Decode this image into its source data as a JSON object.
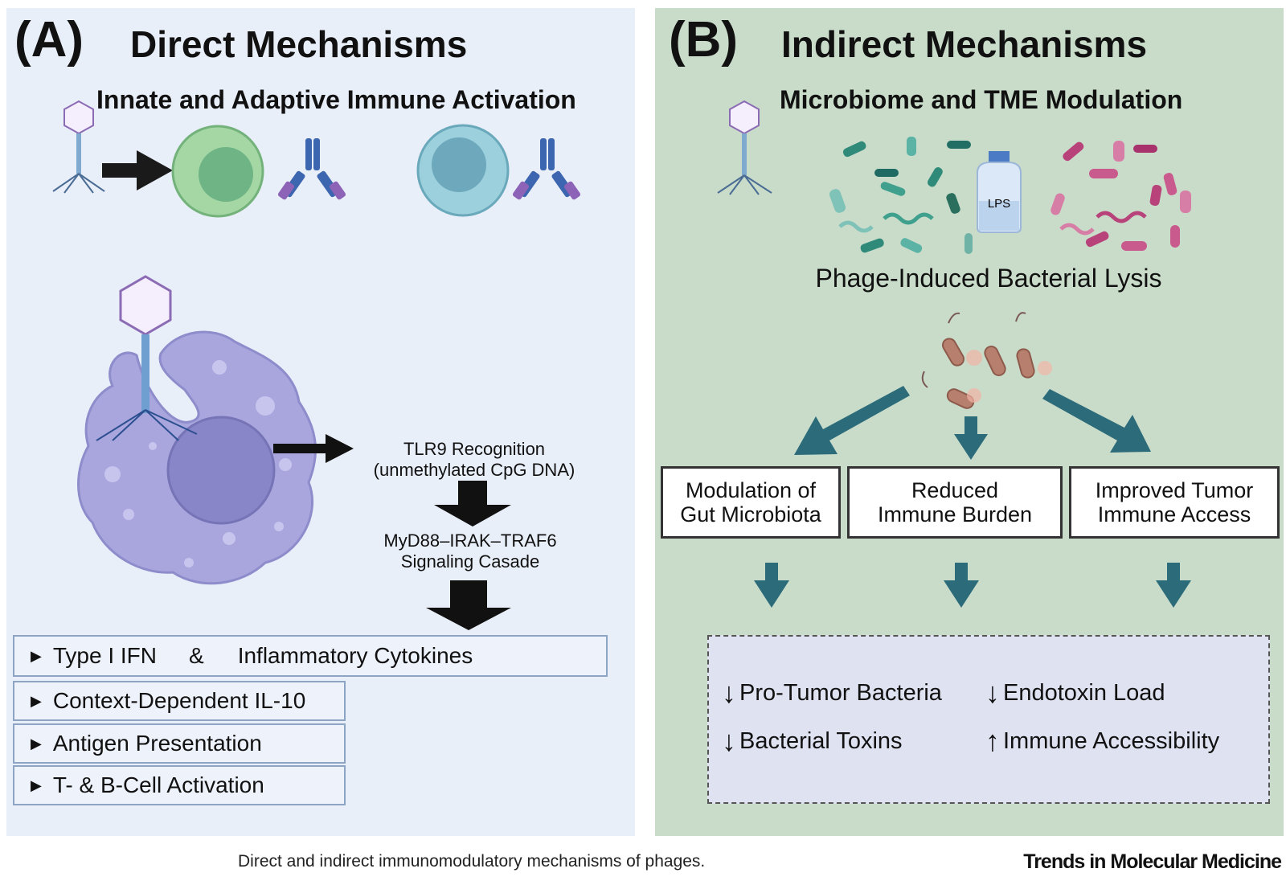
{
  "panel_a": {
    "letter": "(A)",
    "title": "Direct Mechanisms",
    "subtitle": "Innate and Adaptive Immune Activation",
    "tlr9_line1": "TLR9 Recognition",
    "tlr9_line2": "(unmethylated CpG DNA)",
    "signal_line1": "MyD88–IRAK–TRAF6",
    "signal_line2": "Signaling Casade",
    "ifn_label": "Type I IFN",
    "amp_label": "&",
    "cytokine_label": "Inflammatory Cytokines",
    "outcomes": [
      "Context-Dependent IL-10",
      "Antigen Presentation",
      "T- & B-Cell Activation"
    ]
  },
  "panel_b": {
    "letter": "(B)",
    "title": "Indirect Mechanisms",
    "subtitle": "Microbiome and TME Modulation",
    "lps_label": "LPS",
    "lysis_label": "Phage-Induced Bacterial Lysis",
    "boxes": [
      {
        "line1": "Modulation of",
        "line2": "Gut Microbiota"
      },
      {
        "line1": "Reduced",
        "line2": "Immune Burden"
      },
      {
        "line1": "Improved Tumor",
        "line2": "Immune Access"
      }
    ],
    "effects": [
      {
        "arrow": "↓",
        "label": "Pro-Tumor Bacteria"
      },
      {
        "arrow": "↓",
        "label": "Endotoxin Load"
      },
      {
        "arrow": "↓",
        "label": "Bacterial Toxins"
      },
      {
        "arrow": "↑",
        "label": "Immune Accessibility"
      }
    ]
  },
  "caption": "Direct and indirect immunomodulatory mechanisms of phages.",
  "journal": "Trends in Molecular Medicine",
  "colors": {
    "panel_a_bg": "#e9eff9",
    "panel_b_bg": "#c9dcc9",
    "teal_arrow": "#2c6b7a",
    "macrophage": "#a9a6de"
  }
}
